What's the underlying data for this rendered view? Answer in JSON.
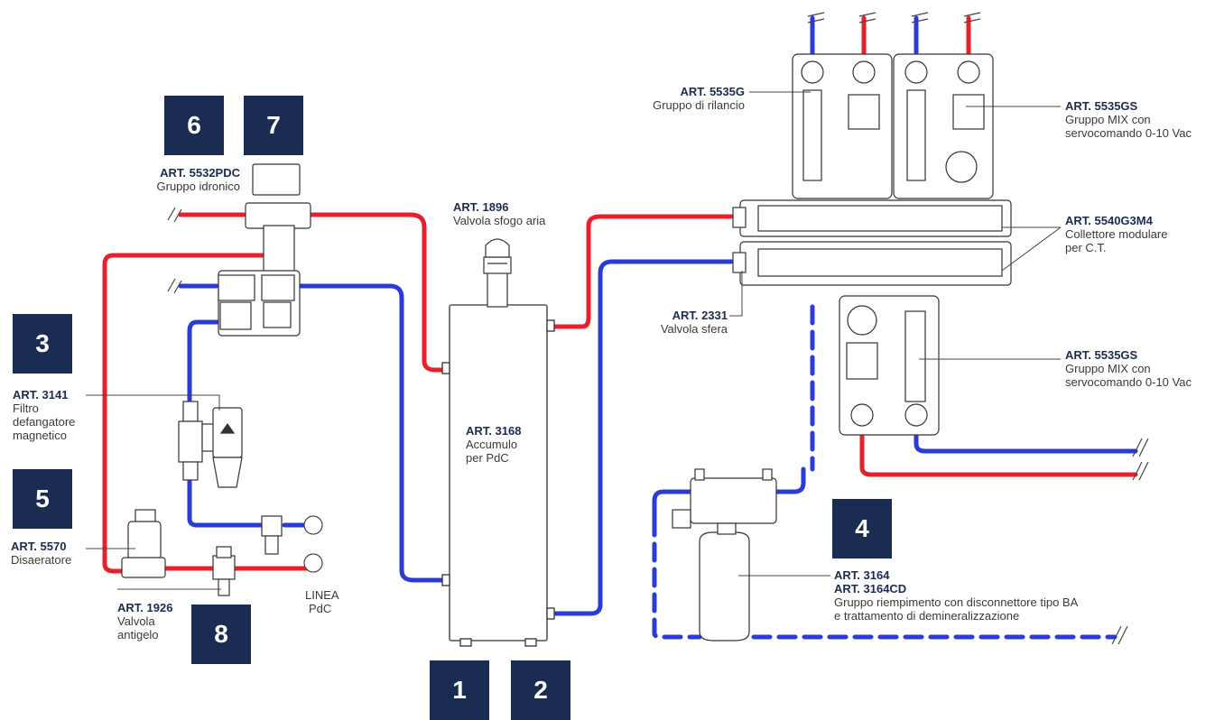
{
  "colors": {
    "hot": "#e8202a",
    "cold": "#2a3bd8",
    "badge": "#1b2c52",
    "label_code": "#1b2c52",
    "outline": "#333333"
  },
  "badges": [
    "6",
    "7",
    "3",
    "5",
    "8",
    "1",
    "2",
    "4"
  ],
  "labels": {
    "a5532": {
      "code": "ART. 5532PDC",
      "text": "Gruppo idronico"
    },
    "a1896": {
      "code": "ART. 1896",
      "text": "Valvola sfogo aria"
    },
    "a5535g": {
      "code": "ART. 5535G",
      "text": "Gruppo di rilancio"
    },
    "a5535gs_top": {
      "code": "ART. 5535GS",
      "line1": "Gruppo MIX con",
      "line2": "servocomando 0-10 Vac"
    },
    "a5540": {
      "code": "ART. 5540G3M4",
      "line1": "Collettore modulare",
      "line2": "per C.T."
    },
    "a2331": {
      "code": "ART. 2331",
      "text": "Valvola sfera"
    },
    "a5535gs_bot": {
      "code": "ART. 5535GS",
      "line1": "Gruppo MIX con",
      "line2": "servocomando 0-10 Vac"
    },
    "a3141": {
      "code": "ART. 3141",
      "line1": "Filtro",
      "line2": "defangatore",
      "line3": "magnetico"
    },
    "a3168": {
      "code": "ART. 3168",
      "line1": "Accumulo",
      "line2": "per PdC"
    },
    "a5570": {
      "code": "ART. 5570",
      "text": "Disaeratore"
    },
    "a1926": {
      "code": "ART. 1926",
      "line1": "Valvola",
      "line2": "antigelo"
    },
    "linea": {
      "line1": "LINEA",
      "line2": "PdC"
    },
    "a3164": {
      "code1": "ART. 3164",
      "code2": "ART. 3164CD",
      "line1": "Gruppo riempimento con disconnettore tipo BA",
      "line2": "e trattamento di demineralizzazione"
    }
  }
}
